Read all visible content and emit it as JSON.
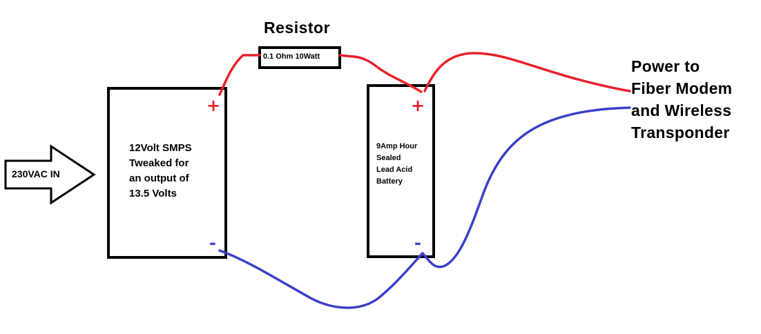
{
  "input": {
    "label": "230VAC IN"
  },
  "smps": {
    "label": "12Volt SMPS\nTweaked for\nan output of\n13.5 Volts"
  },
  "resistor": {
    "title": "Resistor",
    "rating": "0.1 Ohm 10Watt"
  },
  "battery": {
    "label": "9Amp Hour\nSealed\nLead Acid\nBattery"
  },
  "output": {
    "label": "Power to\nFiber Modem\nand Wireless\nTransponder"
  },
  "terminals": {
    "plus": "+",
    "minus": "-"
  },
  "colors": {
    "positive_wire": "#e8202a",
    "negative_wire": "#3a3fc8",
    "outline": "#000000"
  }
}
